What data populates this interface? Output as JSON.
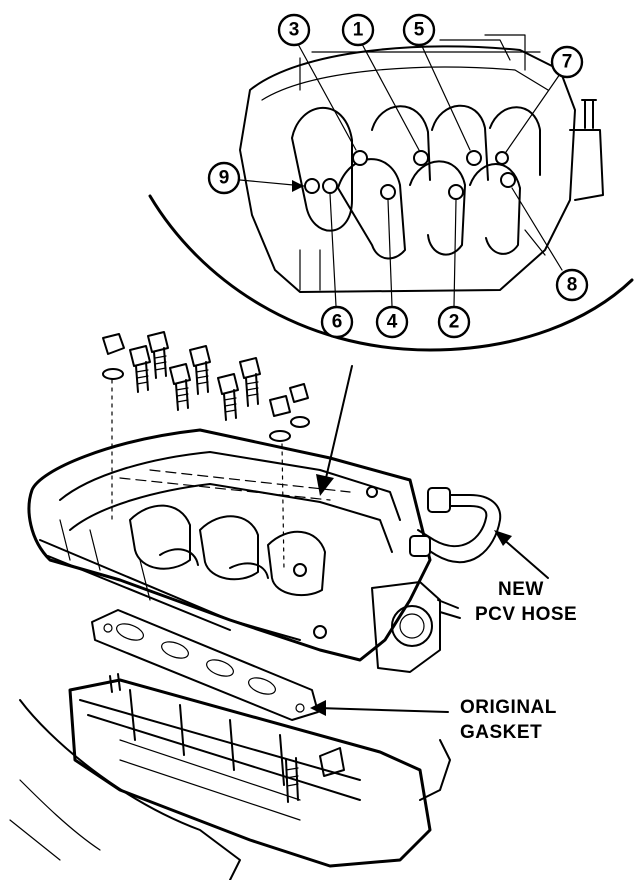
{
  "callouts": {
    "c1": "1",
    "c2": "2",
    "c3": "3",
    "c4": "4",
    "c5": "5",
    "c6": "6",
    "c7": "7",
    "c8": "8",
    "c9": "9"
  },
  "labels": {
    "pcv_line1": "NEW",
    "pcv_line2": "PCV HOSE",
    "gasket_line1": "ORIGINAL",
    "gasket_line2": "GASKET"
  }
}
